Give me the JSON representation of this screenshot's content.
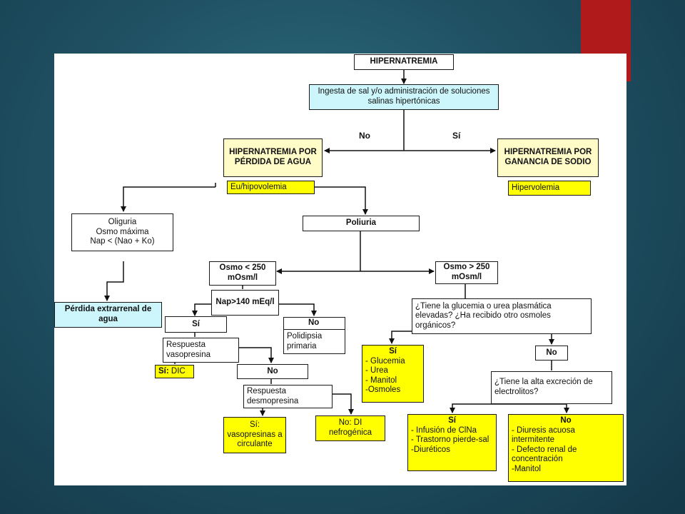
{
  "nodes": {
    "hipernatremia": "HIPERNATREMIA",
    "ingesta": "Ingesta de sal y/o administración de soluciones salinas hipertónicas",
    "perdida_agua": "HIPERNATREMIA POR PÉRDIDA DE AGUA",
    "ganancia_sodio": "HIPERNATREMIA POR GANANCIA DE SODIO",
    "eu_hipovolemia": "Eu/hipovolemia",
    "hipervolemia": "Hipervolemia",
    "oliguria": [
      "Oliguria",
      "Osmo máxima",
      "Nap < (Nao + Ko)"
    ],
    "poliuria": "Poliuria",
    "perdida_extrarrenal": "Pérdida extrarrenal de agua",
    "osmo_menor": "Osmo < 250 mOsm/l",
    "osmo_mayor": "Osmo > 250 mOsm/l",
    "nap": "Nap>140 mEq/l",
    "si_1": "Sí",
    "no_poli": "No",
    "polidipsia": "Polidipsia primaria",
    "respuesta_vaso": "Respuesta vasopresina",
    "si_dic_label": "Sí:",
    "si_dic_text": " DIC",
    "no_2": "No",
    "respuesta_desmo": "Respuesta desmopresina",
    "si_vaso_circ": "Sí: vasopresinas a circulante",
    "no_di": "No: DI nefrogénica",
    "glucemia_q": "¿Tiene la glucemia o urea plasmática elevadas? ¿Ha recibido otro osmoles orgánicos?",
    "si_osmoles_title": "Sí",
    "si_osmoles_items": [
      "- Glucemia",
      "- Urea",
      "- Manitol",
      "-Osmoles"
    ],
    "no_3": "No",
    "electrolitos_q": "¿Tiene la alta excreción de electrolitos?",
    "si_electro_title": "Sí",
    "si_electro_items": [
      "- Infusión de ClNa",
      "- Trastorno pierde-sal",
      "-Diuréticos"
    ],
    "no_electro_title": "No",
    "no_electro_items": [
      "- Diuresis acuosa intermitente",
      "- Defecto renal de concentración",
      "-Manitol"
    ]
  },
  "edge_labels": {
    "no": "No",
    "si": "Sí"
  },
  "colors": {
    "cyan_fill": "#ccf6fb",
    "cream_fill": "#fffcc8",
    "yellow_fill": "#ffff00",
    "accent": "#b01a1a"
  }
}
